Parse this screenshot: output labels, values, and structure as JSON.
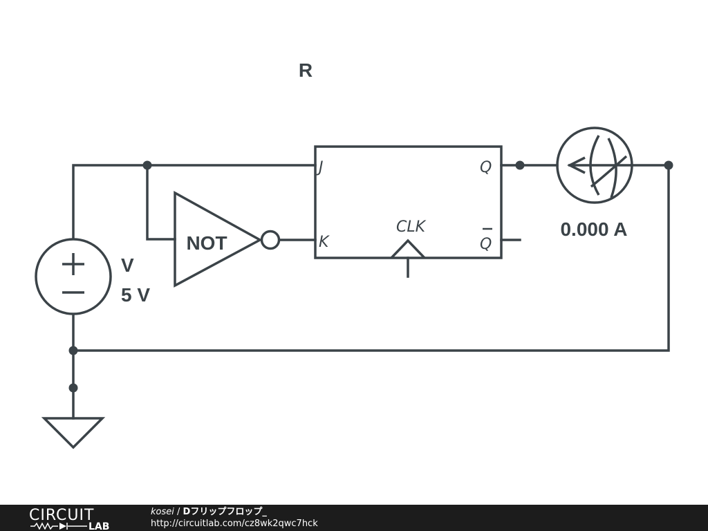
{
  "circuit": {
    "resistor_label": "R",
    "flipflop": {
      "j": "J",
      "k": "K",
      "q": "Q",
      "qbar": "Q",
      "clk": "CLK"
    },
    "not_gate_label": "NOT",
    "source": {
      "name": "V",
      "value": "5 V"
    },
    "ammeter_reading": "0.000 A"
  },
  "footer": {
    "logo_top": "CIRCUIT",
    "logo_bottom": "LAB",
    "author": "kosei",
    "separator": " / ",
    "title": "Dフリップフロップ_",
    "url": "http://circuitlab.com/cz8wk2qwc7hck"
  }
}
